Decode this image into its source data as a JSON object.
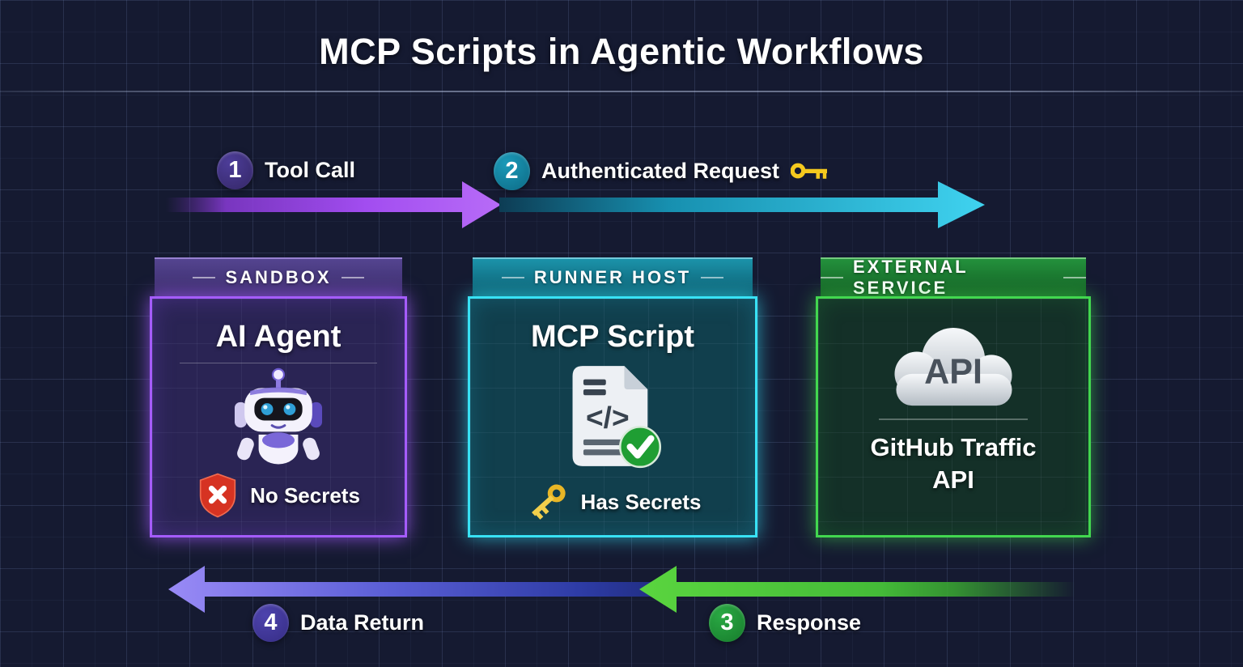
{
  "title": "MCP Scripts in Agentic Workflows",
  "flows": [
    {
      "number": "1",
      "label": "Tool Call"
    },
    {
      "number": "2",
      "label": "Authenticated Request"
    },
    {
      "number": "3",
      "label": "Response"
    },
    {
      "number": "4",
      "label": "Data Return"
    }
  ],
  "boxes": {
    "sandbox": {
      "header": "SANDBOX",
      "title": "AI Agent",
      "badge_label": "No Secrets"
    },
    "runner": {
      "header": "RUNNER HOST",
      "title": "MCP Script",
      "code_glyph": "</>",
      "badge_label": "Has Secrets"
    },
    "external": {
      "header": "EXTERNAL SERVICE",
      "cloud_label": "API",
      "service_name": "GitHub Traffic API"
    }
  },
  "colors": {
    "background": "#151a31",
    "sandbox_accent": "#a55cff",
    "runner_accent": "#38e2f5",
    "external_accent": "#42d74f",
    "tool_call_arrow": "#a24df0",
    "auth_request_arrow": "#2fc8e8",
    "response_arrow": "#4cc93f",
    "data_return_arrow": "#5b5fd6",
    "key_gold": "#f2c94c",
    "shield_red": "#d93025",
    "check_green": "#1f9e33"
  }
}
